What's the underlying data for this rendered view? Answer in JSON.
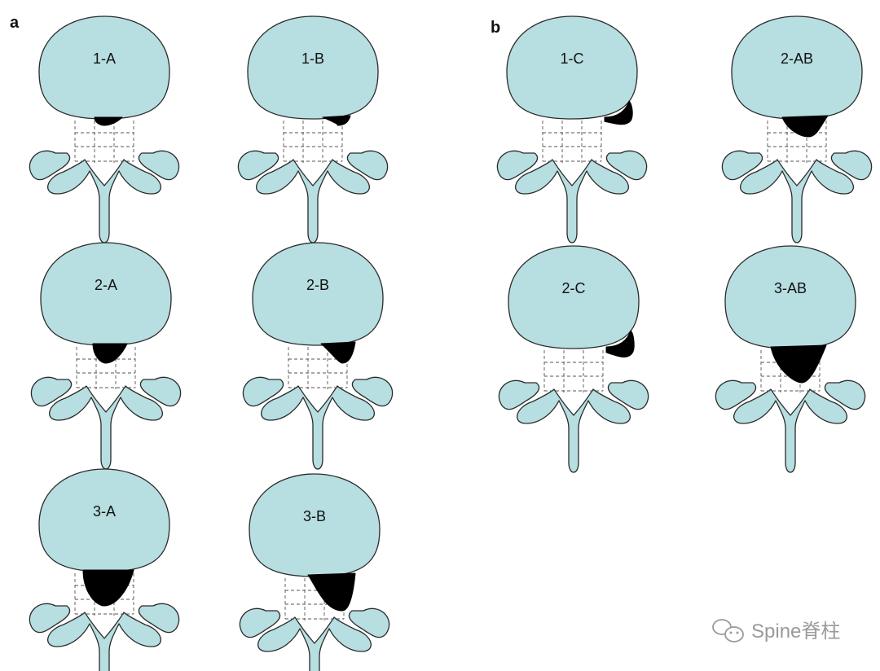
{
  "figure": {
    "panels": [
      {
        "label": "a"
      },
      {
        "label": "b"
      }
    ],
    "vertebrae": [
      {
        "label": "1-A",
        "panel": "a",
        "zone": "A",
        "size": 1
      },
      {
        "label": "1-B",
        "panel": "a",
        "zone": "B",
        "size": 1
      },
      {
        "label": "2-A",
        "panel": "a",
        "zone": "A",
        "size": 2
      },
      {
        "label": "2-B",
        "panel": "a",
        "zone": "B",
        "size": 2
      },
      {
        "label": "3-A",
        "panel": "a",
        "zone": "A",
        "size": 3
      },
      {
        "label": "3-B",
        "panel": "a",
        "zone": "B",
        "size": 3
      },
      {
        "label": "1-C",
        "panel": "b",
        "zone": "C",
        "size": 1
      },
      {
        "label": "2-AB",
        "panel": "b",
        "zone": "AB",
        "size": 2
      },
      {
        "label": "2-C",
        "panel": "b",
        "zone": "C",
        "size": 2
      },
      {
        "label": "3-AB",
        "panel": "b",
        "zone": "AB",
        "size": 3
      }
    ],
    "colors": {
      "bone": "#b7dee0",
      "outline": "#2a2a2a",
      "herniation": "#000000",
      "watermark": "#9a9a9a"
    }
  },
  "watermark": {
    "icon": "wechat-icon",
    "text": "Spine脊柱"
  }
}
